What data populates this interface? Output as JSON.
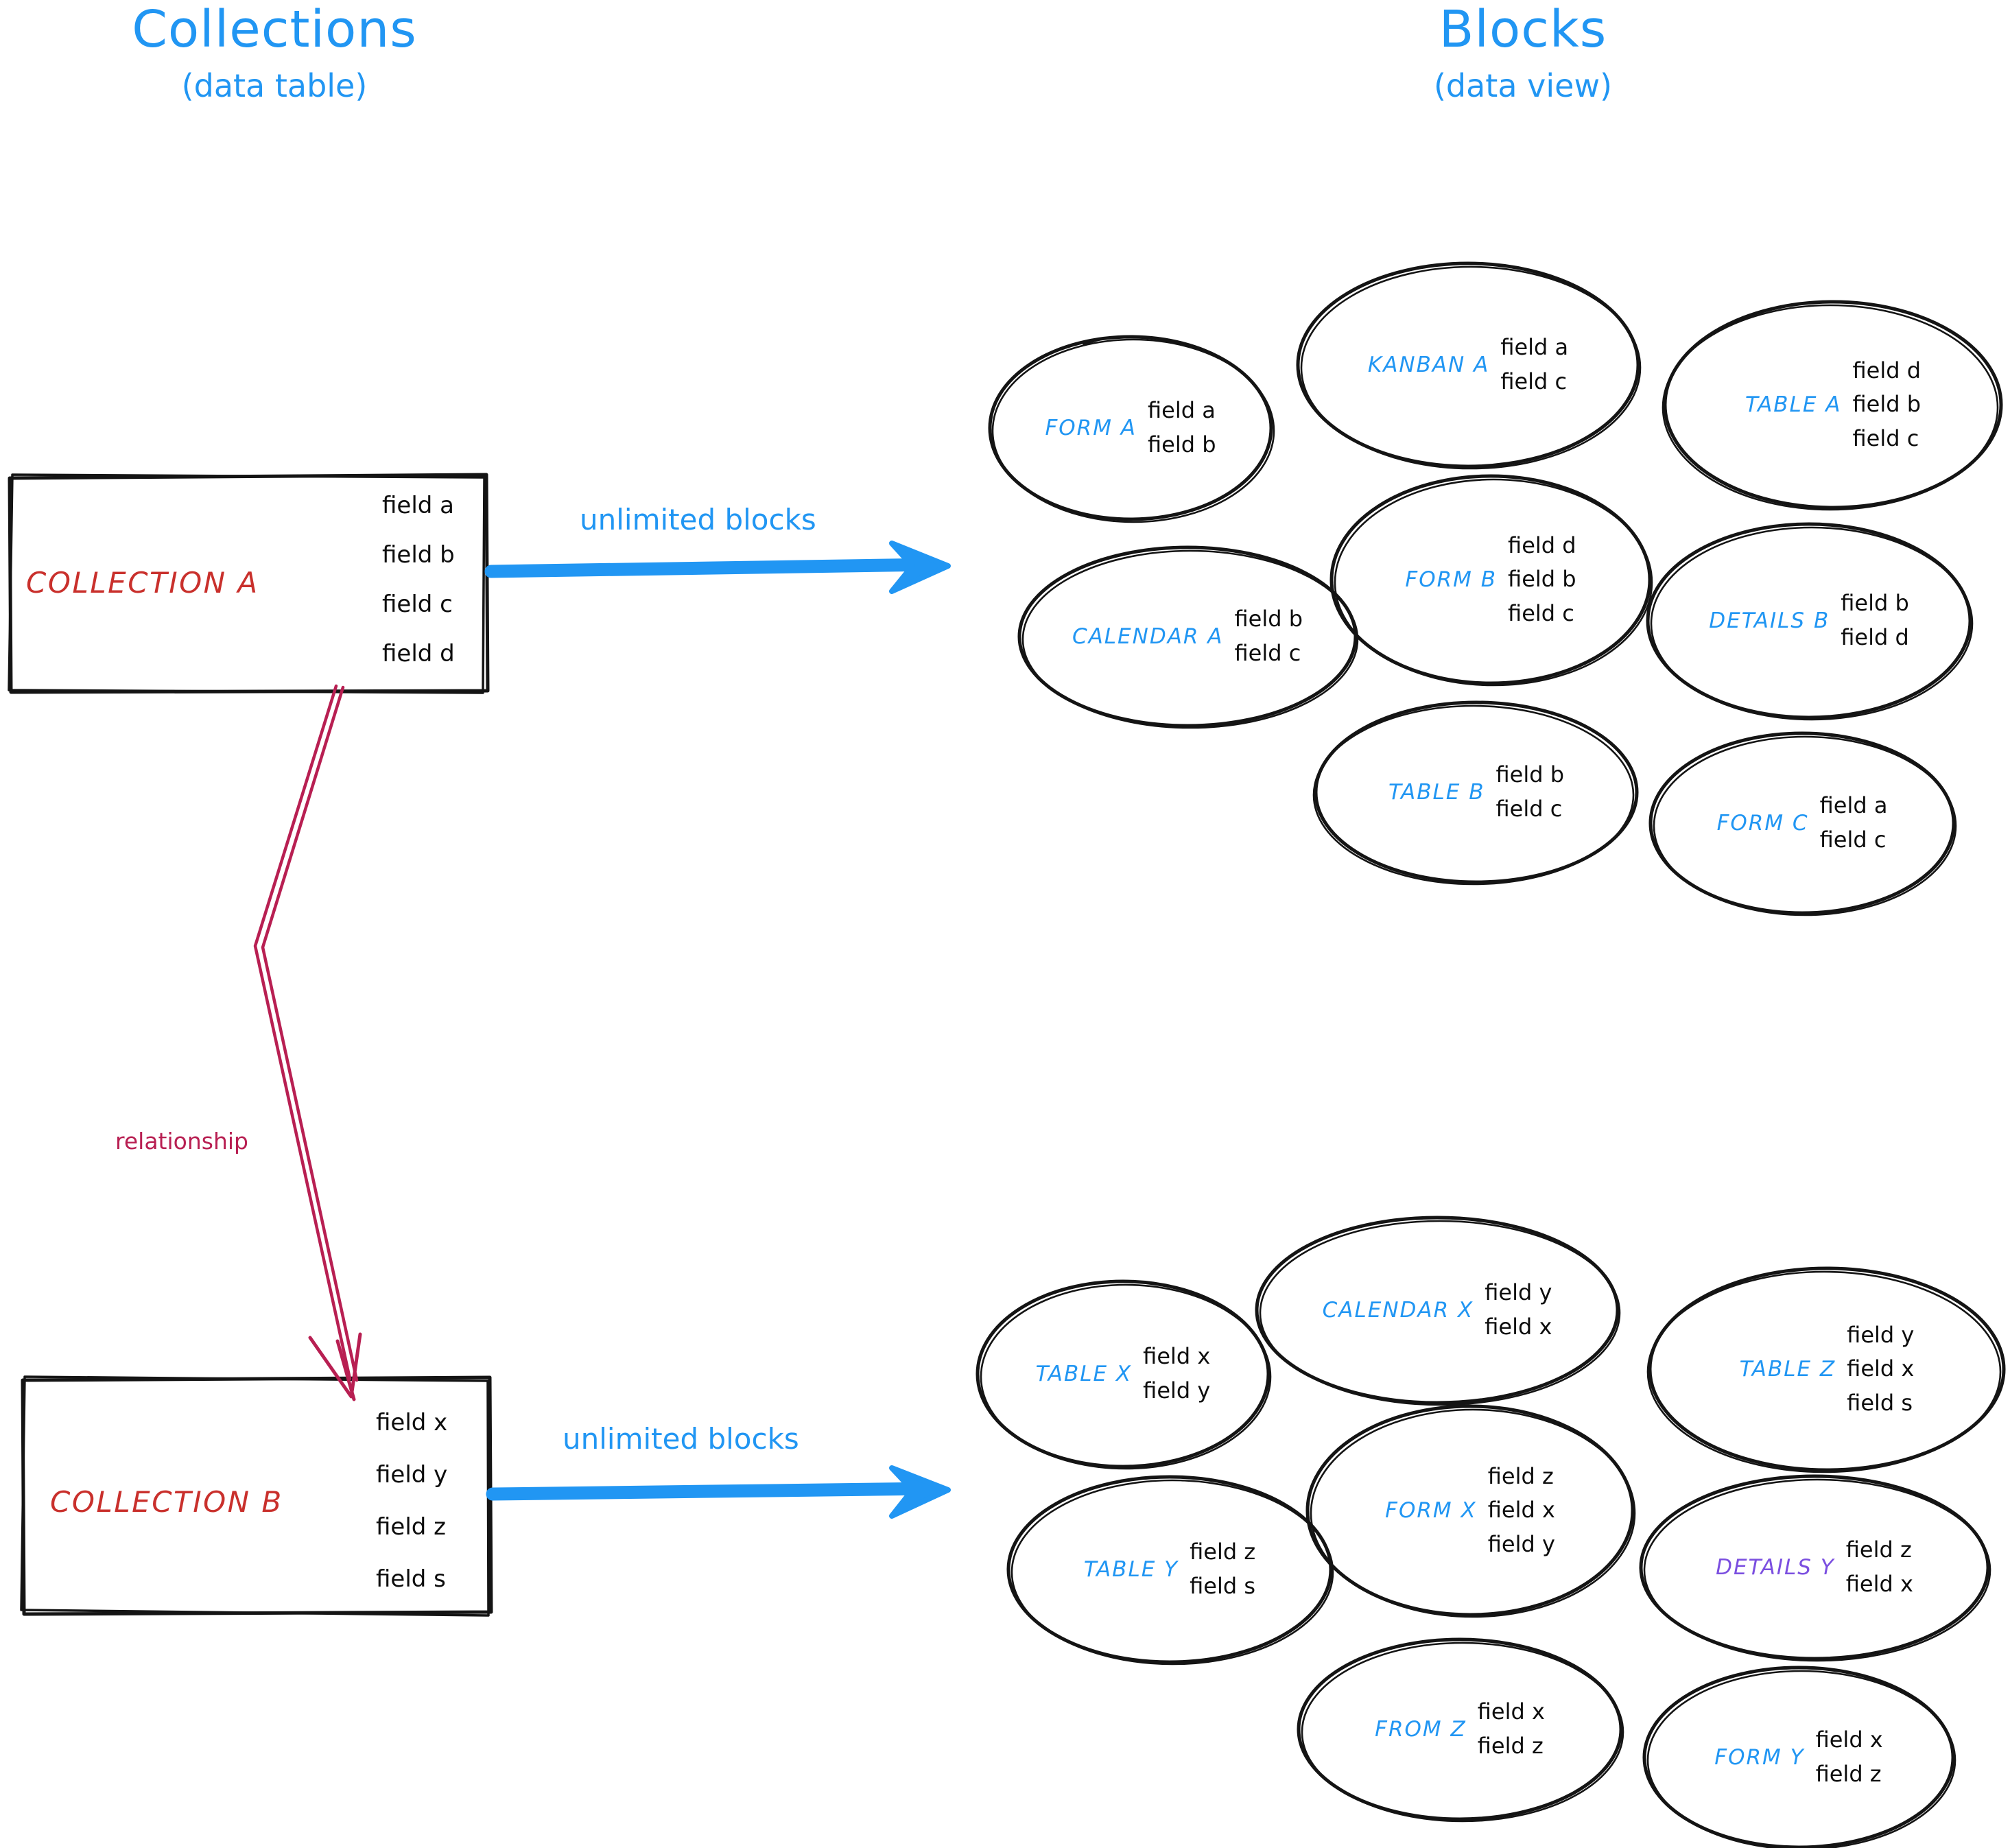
{
  "headings": {
    "collections": {
      "title": "Collections",
      "subtitle": "(data table)"
    },
    "blocks": {
      "title": "Blocks",
      "subtitle": "(data view)"
    }
  },
  "colors": {
    "accent_blue": "#2196f3",
    "collection_red": "#c9302c",
    "relationship_crimson": "#b81f52",
    "details_purple": "#7b4fe0",
    "stroke_black": "#141414"
  },
  "collections": [
    {
      "id": "collection-a",
      "name": "COLLECTION A",
      "fields": [
        "field a",
        "field b",
        "field c",
        "field d"
      ]
    },
    {
      "id": "collection-b",
      "name": "COLLECTION B",
      "fields": [
        "field x",
        "field y",
        "field z",
        "field s"
      ]
    }
  ],
  "connectors": {
    "unlimited_blocks_top": "unlimited blocks",
    "unlimited_blocks_bottom": "unlimited blocks",
    "relationship": "relationship"
  },
  "block_groups": [
    {
      "id": "group-a",
      "source_collection": "COLLECTION A",
      "blocks": [
        {
          "id": "form-a",
          "label": "FORM A",
          "label_color": "blue",
          "fields": [
            "field a",
            "field b"
          ]
        },
        {
          "id": "kanban-a",
          "label": "KANBAN A",
          "label_color": "blue",
          "fields": [
            "field a",
            "field c"
          ]
        },
        {
          "id": "table-a",
          "label": "TABLE A",
          "label_color": "blue",
          "fields": [
            "field d",
            "field b",
            "field c"
          ]
        },
        {
          "id": "calendar-a",
          "label": "CALENDAR A",
          "label_color": "blue",
          "fields": [
            "field b",
            "field c"
          ]
        },
        {
          "id": "form-b",
          "label": "FORM B",
          "label_color": "blue",
          "fields": [
            "field d",
            "field b",
            "field c"
          ]
        },
        {
          "id": "details-b",
          "label": "DETAILS B",
          "label_color": "blue",
          "fields": [
            "field b",
            "field d"
          ]
        },
        {
          "id": "table-b",
          "label": "TABLE B",
          "label_color": "blue",
          "fields": [
            "field b",
            "field c"
          ]
        },
        {
          "id": "form-c",
          "label": "FORM C",
          "label_color": "blue",
          "fields": [
            "field a",
            "field c"
          ]
        }
      ]
    },
    {
      "id": "group-b",
      "source_collection": "COLLECTION B",
      "blocks": [
        {
          "id": "table-x",
          "label": "TABLE X",
          "label_color": "blue",
          "fields": [
            "field x",
            "field y"
          ]
        },
        {
          "id": "calendar-x",
          "label": "CALENDAR X",
          "label_color": "blue",
          "fields": [
            "field y",
            "field x"
          ]
        },
        {
          "id": "table-z",
          "label": "TABLE Z",
          "label_color": "blue",
          "fields": [
            "field y",
            "field x",
            "field s"
          ]
        },
        {
          "id": "table-y",
          "label": "TABLE Y",
          "label_color": "blue",
          "fields": [
            "field z",
            "field s"
          ]
        },
        {
          "id": "form-x",
          "label": "FORM X",
          "label_color": "blue",
          "fields": [
            "field z",
            "field x",
            "field y"
          ]
        },
        {
          "id": "details-y",
          "label": "DETAILS Y",
          "label_color": "purple",
          "fields": [
            "field z",
            "field x"
          ]
        },
        {
          "id": "from-z",
          "label": "FROM Z",
          "label_color": "blue",
          "fields": [
            "field x",
            "field z"
          ]
        },
        {
          "id": "form-y",
          "label": "FORM Y",
          "label_color": "blue",
          "fields": [
            "field x",
            "field z"
          ]
        }
      ]
    }
  ]
}
